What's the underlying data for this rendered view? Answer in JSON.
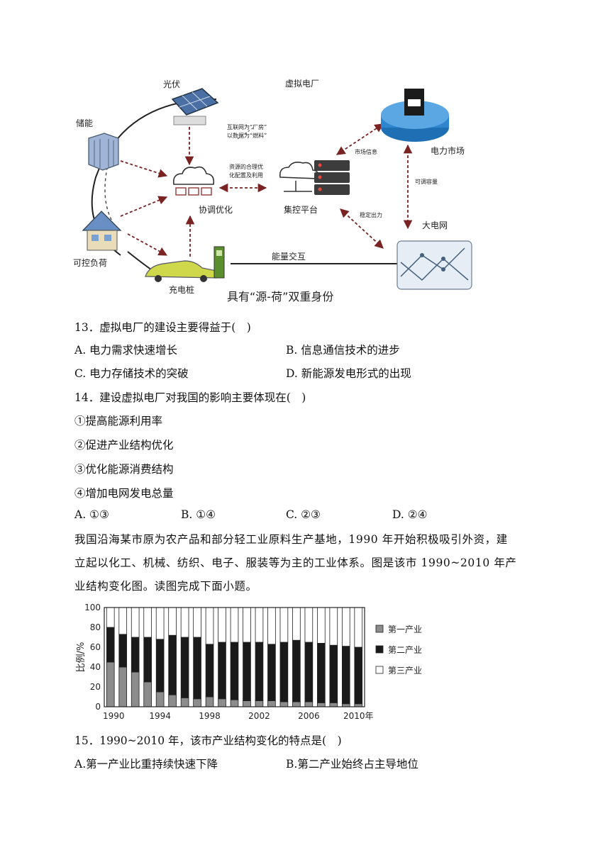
{
  "diagram": {
    "title": "虚拟电厂",
    "nodes": {
      "pv": "光伏",
      "storage": "储能",
      "load": "可控负荷",
      "charger": "充电桩",
      "coordinate": "协调优化",
      "platform": "集控平台",
      "market": "电力市场",
      "grid": "大电网"
    },
    "notes": {
      "internet1": "互联网为“厂房”",
      "internet2": "以数据为“燃料”",
      "resource1": "资源的合理优",
      "resource2": "化配置及利用",
      "market_info": "市场信息",
      "adjustable": "可调容量",
      "stable": "稳定出力",
      "energy": "能量交互",
      "dual": "具有“源-荷”双重身份"
    },
    "icons": [
      "solar-panel-icon",
      "battery-icon",
      "house-icon",
      "car-icon",
      "charger-icon",
      "cloud-icon",
      "server-icon",
      "pie-chart-icon",
      "grid-icon"
    ]
  },
  "q13": {
    "stem": "13．虚拟电厂的建设主要得益于(　)",
    "options": [
      "A. 电力需求快速增长",
      "B. 信息通信技术的进步",
      "C. 电力存储技术的突破",
      "D. 新能源发电形式的出现"
    ]
  },
  "q14": {
    "stem": "14．建设虚拟电厂对我国的影响主要体现在(　)",
    "items": [
      "①提高能源利用率",
      "②促进产业结构优化",
      "③优化能源消费结构",
      "④增加电网发电总量"
    ],
    "options": [
      "A. ①③",
      "B. ①④",
      "C. ②③",
      "D. ②④"
    ]
  },
  "passage": {
    "line1": "我国沿海某市原为农产品和部分轻工业原料生产基地，1990 年开始积极吸引外资，建",
    "line2": "立起以化工、机械、纺织、电子、服装等为主的工业体系。图是该市 1990~2010 年产",
    "line3": "业结构变化图。读图完成下面小题。"
  },
  "chart_data": {
    "type": "bar",
    "stacked": true,
    "ylabel": "比例/%",
    "ylim": [
      0,
      100
    ],
    "yticks": [
      0,
      20,
      40,
      60,
      80,
      100
    ],
    "x_tick_labels": [
      "1990",
      "1994",
      "1998",
      "2002",
      "2006",
      "2010年"
    ],
    "categories": [
      1990,
      1991,
      1992,
      1993,
      1994,
      1995,
      1996,
      1997,
      1998,
      1999,
      2000,
      2001,
      2002,
      2003,
      2004,
      2005,
      2006,
      2007,
      2008,
      2009,
      2010
    ],
    "series": [
      {
        "name": "第一产业",
        "color": "#8c8c8c",
        "values": [
          45,
          40,
          35,
          25,
          15,
          12,
          9,
          8,
          10,
          8,
          7,
          6,
          6,
          6,
          5,
          5,
          5,
          4,
          4,
          3,
          3
        ]
      },
      {
        "name": "第二产业",
        "color": "#1a1a1a",
        "values": [
          35,
          33,
          35,
          45,
          53,
          60,
          61,
          62,
          53,
          57,
          58,
          59,
          59,
          57,
          60,
          62,
          60,
          60,
          58,
          58,
          57
        ]
      },
      {
        "name": "第三产业",
        "color": "#ffffff",
        "values": [
          20,
          27,
          30,
          30,
          32,
          28,
          30,
          30,
          37,
          35,
          35,
          35,
          35,
          37,
          35,
          33,
          35,
          36,
          38,
          39,
          40
        ]
      }
    ],
    "legend_position": "right",
    "grid": false
  },
  "q15": {
    "stem": "15．1990~2010 年，该市产业结构变化的特点是(　)",
    "options": [
      "A.第一产业比重持续快速下降",
      "B.第二产业始终占主导地位"
    ]
  }
}
